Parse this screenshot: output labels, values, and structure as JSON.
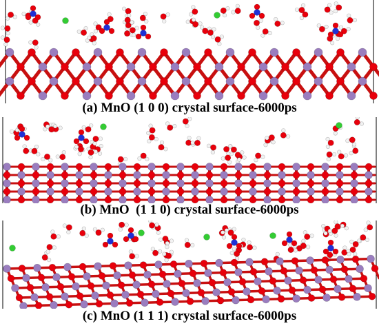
{
  "figure": {
    "panels": [
      {
        "id": "a",
        "caption": "(a) MnO (1 0 0) crystal surface-6000ps",
        "surface": "MnO (1 0 0)",
        "time": "6000ps"
      },
      {
        "id": "b",
        "caption": "(b) MnO  (1 1 0) crystal surface-6000ps",
        "surface": "MnO (1 1 0)",
        "time": "6000ps"
      },
      {
        "id": "c",
        "caption": "(c) MnO (1 1 1) crystal surface-6000ps",
        "surface": "MnO (1 1 1)",
        "time": "6000ps"
      }
    ],
    "atom_colors": {
      "manganese": "#9a7dbf",
      "oxygen": "#e8000b",
      "hydrogen": "#f2f2f2",
      "nitrogen": "#1f2fd6",
      "chlorine": "#33cc33",
      "bond": "#d0d0d0"
    }
  }
}
